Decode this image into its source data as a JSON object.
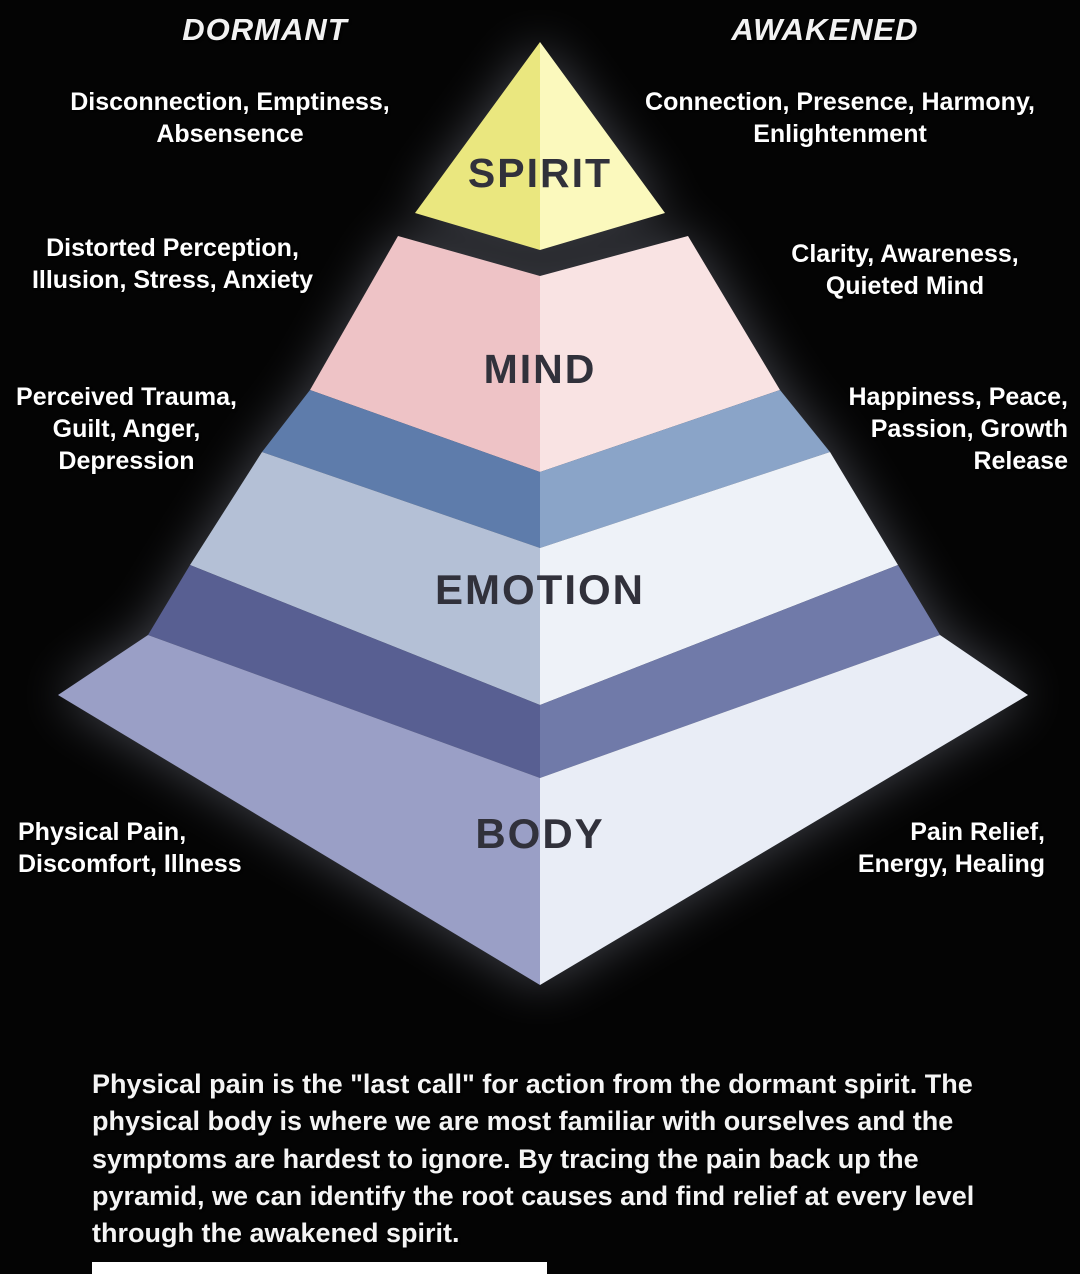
{
  "headers": {
    "dormant": "DORMANT",
    "awakened": "AWAKENED"
  },
  "levels": [
    {
      "name": "SPIRIT",
      "dormant": "Disconnection, Emptiness,\nAbsensence",
      "awakened": "Connection, Presence, Harmony,\nEnlightenment"
    },
    {
      "name": "MIND",
      "dormant": "Distorted Perception,\nIllusion, Stress, Anxiety",
      "awakened": "Clarity, Awareness,\nQuieted Mind"
    },
    {
      "name": "EMOTION",
      "dormant": "Perceived Trauma,\nGuilt, Anger,\nDepression",
      "awakened": "Happiness, Peace,\nPassion, Growth\nRelease"
    },
    {
      "name": "BODY",
      "dormant": "Physical Pain,\nDiscomfort, Illness",
      "awakened": "Pain Relief,\nEnergy, Healing"
    }
  ],
  "caption": "Physical pain is the \"last call\" for action from the dormant spirit. The physical body is where we are most familiar with ourselves and the symptoms are hardest to ignore. By tracing the pain back up the pyramid, we can identify the root causes and find relief at every level through the awakened spirit.",
  "colors": {
    "background": "#040404",
    "label_text": "#31313b",
    "side_text": "#ffffff",
    "spirit_left": "#eae77f",
    "spirit_right": "#fbf9bd",
    "mind_left": "#eec3c6",
    "mind_right": "#f9e3e3",
    "band1_left": "#5e7cab",
    "band1_right": "#8aa4c8",
    "emotion_left": "#b4c0d6",
    "emotion_right": "#eef2f8",
    "band2_left": "#585f92",
    "band2_right": "#707aa9",
    "body_left": "#9a9fc6",
    "body_right": "#e9edf6"
  }
}
